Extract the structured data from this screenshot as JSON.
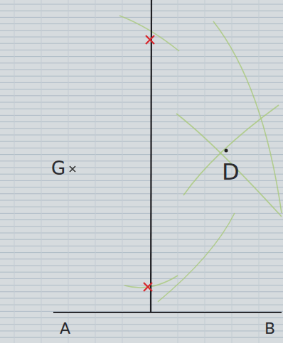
{
  "diagram": {
    "labels": [
      "G",
      "D",
      "A",
      "B"
    ]
  }
}
